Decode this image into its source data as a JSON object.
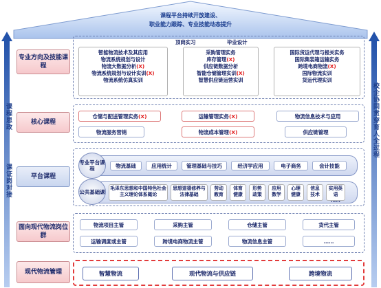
{
  "roof": {
    "line1": "课程平台持续开放建设、",
    "line2": "职业能力跟踪、专业技能动态提升"
  },
  "left_axis": {
    "top": "课程思政",
    "bottom": "课证岗对接"
  },
  "right_axis": {
    "text": "校企协同贯穿育人全过程"
  },
  "levels": {
    "specialty": {
      "label": "专业方向及技能课程",
      "top_tags": [
        "顶岗实习",
        "毕业设计"
      ],
      "columns": [
        [
          "智能物流技术及其应用",
          "物流系统规划与设计",
          "物流大数据分析",
          "物流系统规划与设计实训",
          "物流系统仿真实训"
        ],
        [
          "采购管理实务",
          "库存管理",
          "供应链数据分析",
          "智能仓储管理实训",
          "智慧供应链运营实训"
        ],
        [
          "国际货运代理与报关实务",
          "国际集装箱运输实务",
          "跨境电商物流",
          "国际物流实训",
          "货运代理实训"
        ]
      ],
      "marks": [
        "(X)",
        "(X)",
        "(X)",
        "(X)",
        "(X)"
      ]
    },
    "core": {
      "label": "核心课程",
      "row1": [
        "仓储与配送管理实务",
        "运输管理实务",
        "物流信息技术与应用"
      ],
      "row2": [
        "物流服务营销",
        "物流成本管理",
        "供应链管理"
      ],
      "mark": "(X)"
    },
    "platform": {
      "label": "平台课程",
      "pro_label": "专业平台课程",
      "pro_items": [
        "物流基础",
        "应用统计",
        "管理基础与技巧",
        "经济学应用",
        "电子商务",
        "会计技能"
      ],
      "public_label": "公共基础课",
      "public_items": [
        "毛泽东思想和中国特色社会主义理论体系概论",
        "思想道德修养与法律基础",
        "劳动教育",
        "体育健康",
        "形势政策",
        "应用数学",
        "心理健康",
        "信息技术",
        "实用英语"
      ],
      "more": "……"
    },
    "jobs": {
      "label": "面向现代物流岗位群",
      "row1": [
        "物流项目主管",
        "采购主管",
        "仓储主管",
        "货代主管"
      ],
      "row2": [
        "运输调度或主管",
        "跨境电商物流主管",
        "物流信息主管",
        "……"
      ]
    },
    "foundation": {
      "label": "现代物流管理",
      "items": [
        "智慧物流",
        "现代物流与供应链",
        "跨境物流"
      ]
    }
  },
  "colors": {
    "accent": "#1d2a6b",
    "red_mark": "#e01818",
    "roof_top": "#e9f1ff",
    "roof_bottom": "#bcd2f2",
    "arrow": "#2f63b5"
  }
}
